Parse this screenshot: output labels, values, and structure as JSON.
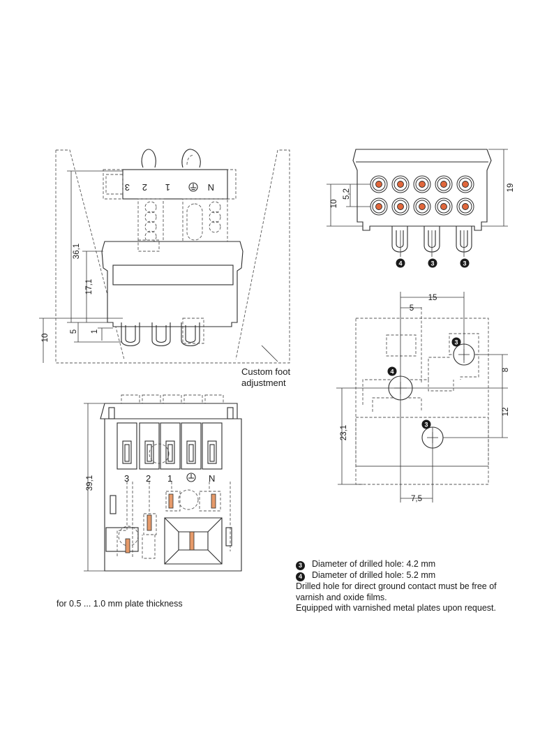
{
  "drawing": {
    "side_view": {
      "dimensions": [
        "36,1",
        "17,1",
        "5",
        "1",
        "10"
      ],
      "terminal_marks": [
        "3",
        "2",
        "1",
        "N"
      ],
      "annotation": [
        "Custom foot",
        "adjustment"
      ]
    },
    "front_view": {
      "dimension": "19",
      "pitch_dims": [
        "5,2",
        "10"
      ],
      "hole_badges": [
        "4",
        "3",
        "3"
      ]
    },
    "top_view": {
      "dimension": "39,1",
      "terminal_marks": [
        "3",
        "2",
        "1",
        "N"
      ]
    },
    "hole_layout": {
      "dimensions": [
        "15",
        "5",
        "8",
        "12",
        "23,1",
        "7,5"
      ],
      "hole_badges": [
        "3",
        "4",
        "3"
      ]
    }
  },
  "caption": "for 0.5 ... 1.0 mm plate thickness",
  "notes": {
    "hole3": {
      "badge": "3",
      "text": "Diameter of drilled hole: 4.2 mm"
    },
    "hole4": {
      "badge": "4",
      "text": "Diameter of drilled hole: 5.2 mm"
    },
    "ground_line1": "Drilled hole for direct ground contact must be free of",
    "ground_line2": "varnish and oxide films.",
    "equipped": "Equipped with varnished metal plates upon request."
  },
  "colors": {
    "pin": "#e0673c",
    "contact": "#e69a6a",
    "line": "#2b2b2b"
  }
}
